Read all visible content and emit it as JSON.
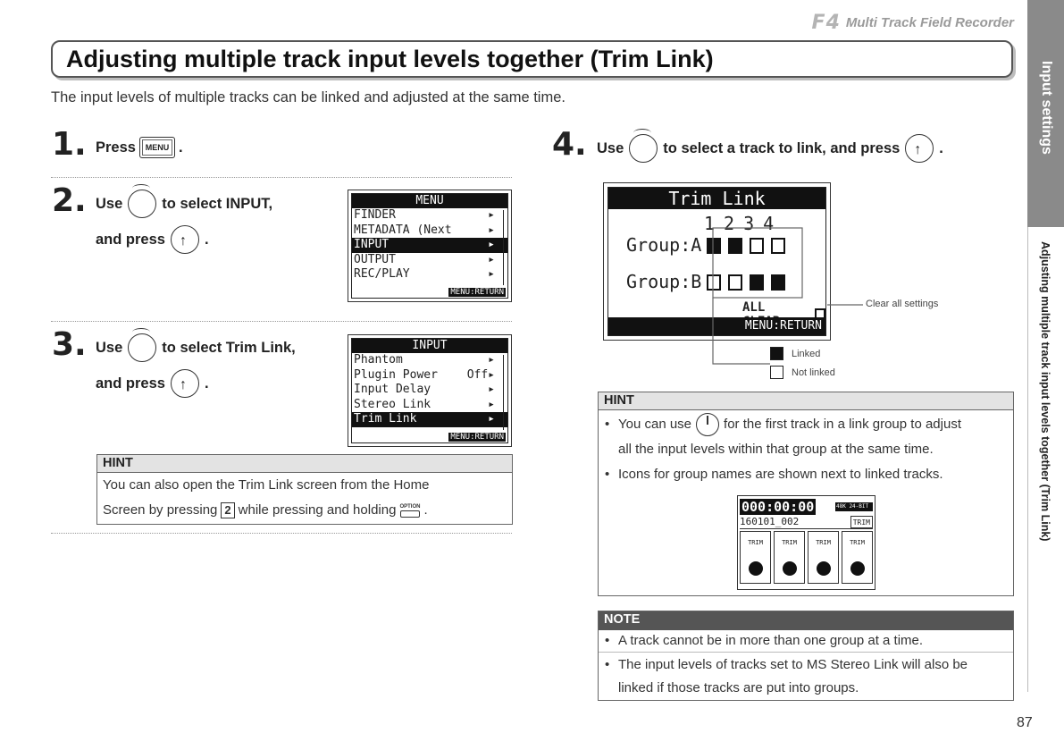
{
  "header": {
    "logo": "F4",
    "product": "Multi Track Field Recorder"
  },
  "title": "Adjusting multiple track input levels together (Trim Link)",
  "intro": "The input levels of multiple tracks can be linked and adjusted at the same time.",
  "side_tab": {
    "section": "Input settings",
    "page_topic": "Adjusting multiple track input levels together (Trim Link)"
  },
  "steps": {
    "s1": {
      "num": "1.",
      "text": "Press",
      "button": "MENU",
      "end": "."
    },
    "s2": {
      "num": "2.",
      "line1": "Use",
      "line1b": "to select INPUT,",
      "line2": "and press",
      "end": "."
    },
    "s3": {
      "num": "3.",
      "line1": "Use",
      "line1b": "to select Trim Link,",
      "line2": "and press",
      "end": "."
    },
    "s4": {
      "num": "4.",
      "text": "Use",
      "mid": "to select a track to link, and press",
      "end": "."
    }
  },
  "menu_screen": {
    "title": "MENU",
    "items": [
      "FINDER",
      "METADATA (Next Take)",
      "INPUT",
      "OUTPUT",
      "REC/PLAY"
    ],
    "footer": "MENU:RETURN"
  },
  "input_screen": {
    "title": "INPUT",
    "items": [
      "Phantom",
      "Plugin Power",
      "Input Delay",
      "Stereo Link",
      "Trim Link"
    ],
    "plugin_value": "Off",
    "footer": "MENU:RETURN"
  },
  "hint1": {
    "head": "HINT",
    "line1": "You can also open the Trim Link screen from the Home",
    "line2a": "Screen by pressing",
    "key": "2",
    "line2b": "while pressing and holding",
    "option_label": "OPTION",
    "end": "."
  },
  "trim_screen": {
    "title": "Trim Link",
    "tracks": [
      "1",
      "2",
      "3",
      "4"
    ],
    "group_a": "Group:A",
    "group_b": "Group:B",
    "group_a_links": [
      true,
      true,
      false,
      false
    ],
    "group_b_links": [
      false,
      false,
      true,
      true
    ],
    "all_clear": "ALL CLEAR:",
    "footer": "MENU:RETURN"
  },
  "callouts": {
    "clear": "Clear all settings",
    "linked": "Linked",
    "not_linked": "Not linked"
  },
  "hint2": {
    "head": "HINT",
    "item1a": "You can use",
    "item1b": "for the first track in a link group to adjust",
    "item1c": "all the input levels within that group at the same time.",
    "item2": "Icons for group names are shown next to linked tracks."
  },
  "home_screen": {
    "timecode": "000:00:00",
    "take": "160101_002",
    "rate": "48K 24-BIT",
    "trim": "TRIM"
  },
  "note": {
    "head": "NOTE",
    "item1": "A track cannot be in more than one group at a time.",
    "item2a": "The input levels of tracks set to MS Stereo Link will also be",
    "item2b": "linked if those tracks are put into groups."
  },
  "page_number": "87"
}
